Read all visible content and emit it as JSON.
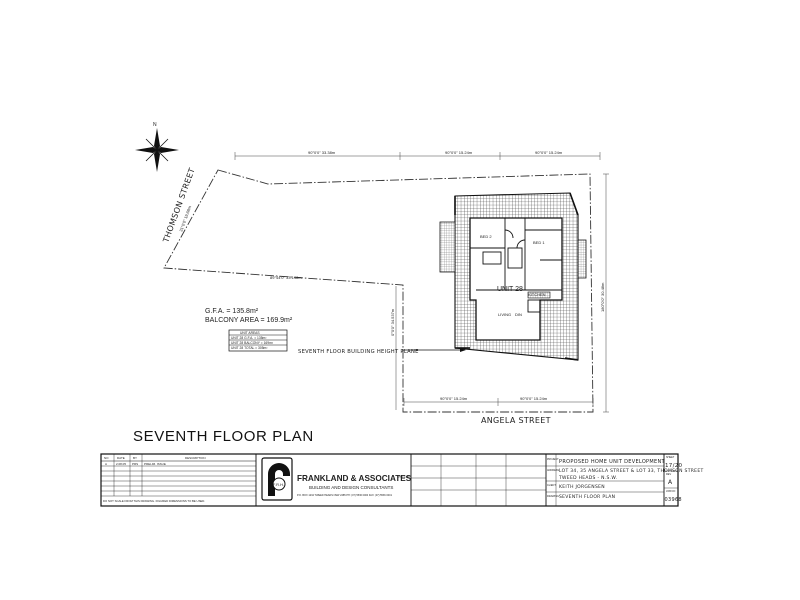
{
  "drawing_title": "SEVENTH FLOOR PLAN",
  "north_label": "N",
  "streets": {
    "thomson": "THOMSON STREET",
    "angela": "ANGELA STREET"
  },
  "dimensions": {
    "top_1": "90°0'0\" 33.38m",
    "top_2": "90°0'0\" 15.24m",
    "top_3": "90°0'0\" 15.24m",
    "west_diag": "31°0'0\" 19.68m",
    "mid_diag": "89°44'0\" 33.148m",
    "inner_vert": "0°0'0\" 34.537m",
    "east_vert": "180°0'0\" 30.48m",
    "bottom_1": "90°0'0\" 15.24m",
    "bottom_2": "90°0'0\" 15.24m"
  },
  "areas": {
    "gfa": "G.F.A. = 135.8m²",
    "balcony": "BALCONY AREA = 169.9m²"
  },
  "area_table": {
    "header": "UNIT  AREAS",
    "rows": [
      "UNIT 28 G.F.A. = 135m²",
      "UNIT 28 BALCONY = 169m²",
      "UNIT 28 TOTAL = 305m²"
    ]
  },
  "plane_label": "SEVENTH FLOOR BUILDING HEIGHT PLANE",
  "unit_label": "UNIT 28",
  "rooms": {
    "bed2": "BED 2",
    "bed1": "BED 1",
    "living": "LIVING",
    "kitchen": "KITCHEN",
    "dining": "DIN"
  },
  "revision_table": {
    "headers": [
      "NO",
      "DATE",
      "BY",
      "DESCRIPTION"
    ],
    "rows": [
      [
        "A",
        "2.08.05",
        "PRS",
        "PRELIM. ISSUE"
      ]
    ],
    "note": "DO NOT SCALE FROM THIS DRAWING. FIGURED DIMENSIONS TO BE USED."
  },
  "firm": {
    "initials": "F.R.H.",
    "name": "FRANKLAND & ASSOCIATES",
    "tagline": "BUILDING      AND      DESIGN      CONSULTANTS",
    "abn": "PTY LTD",
    "details": "P.O. BOX 1234 TWEED HEADS NSW 2485 PH: (07) 5536 0000 FAX: (07) 5536 0001"
  },
  "project": {
    "label": "PROJECT",
    "value": "PROPOSED HOME UNIT DEVELOPMENT",
    "address_label": "ADDRESS",
    "address_1": "LOT 34, 35 ANGELA STREET & LOT 33, THOMSON STREET",
    "address_2": "TWEED HEADS - N.S.W.",
    "client_label": "CLIENT",
    "client": "KEITH JORGENSEN",
    "drawing_label": "DRAWING",
    "drawing": "SEVENTH FLOOR PLAN"
  },
  "sheet": {
    "no_label": "SHEET",
    "no": "17/20",
    "rev_label": "REV",
    "rev": "A",
    "job_label": "JOB NO",
    "job": "03968"
  }
}
